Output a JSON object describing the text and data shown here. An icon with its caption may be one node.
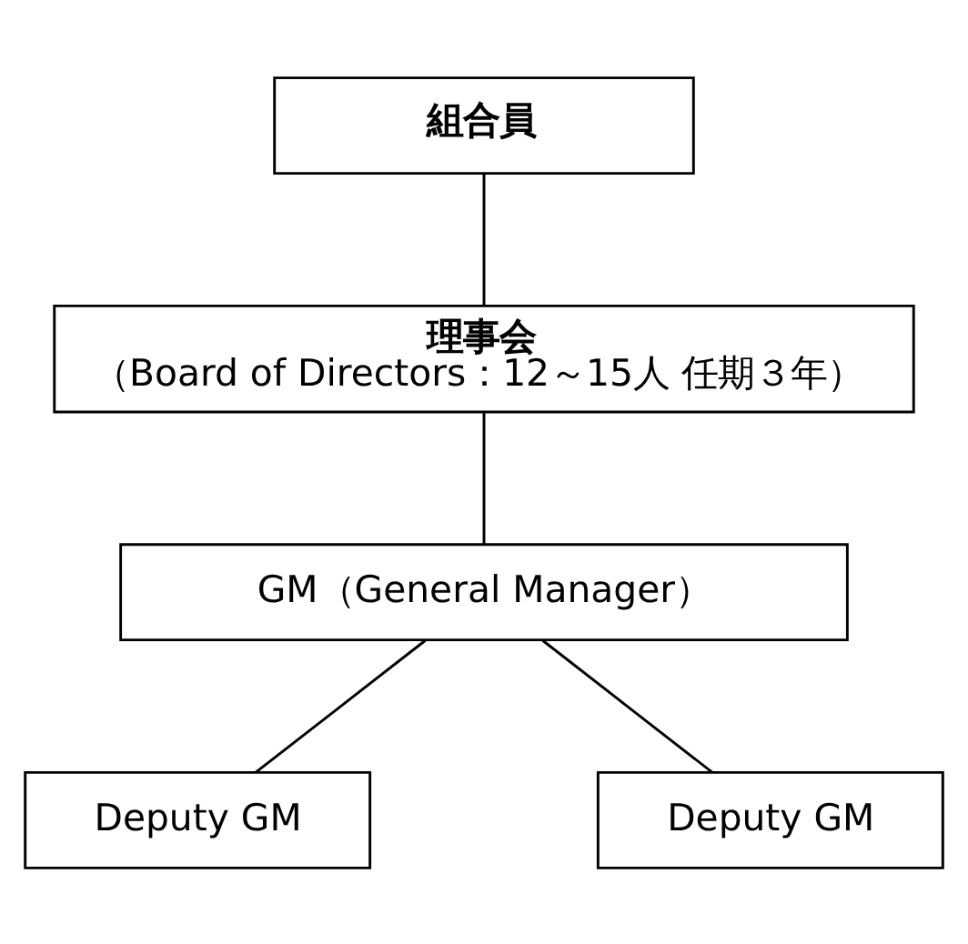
{
  "diagram": {
    "nodes": [
      {
        "text": [
          "組合員"
        ]
      },
      {
        "text": [
          "理事会",
          "（Board of Directors：12～15人 任期３年）"
        ]
      },
      {
        "text": [
          "GM（General Manager）"
        ]
      },
      {
        "text": [
          "Deputy GM"
        ]
      },
      {
        "text": [
          "Deputy GM"
        ]
      }
    ],
    "edges": [
      {
        "from": 0,
        "to": 1,
        "arrow": "none"
      },
      {
        "from": 1,
        "to": 2,
        "arrow": "none"
      },
      {
        "from": 2,
        "to": 3,
        "arrow": "none"
      },
      {
        "from": 2,
        "to": 4,
        "arrow": "none"
      }
    ]
  }
}
